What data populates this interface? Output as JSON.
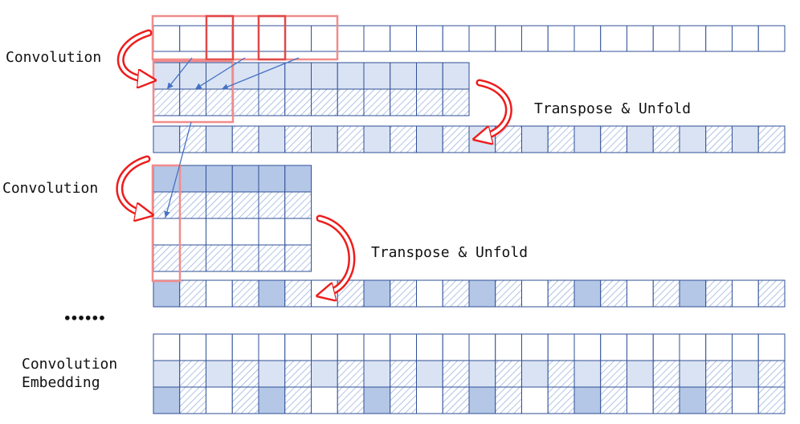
{
  "labels": {
    "convolution_1": "Convolution",
    "convolution_2": "Convolution",
    "transpose_1": "Transpose & Unfold",
    "transpose_2": "Transpose & Unfold",
    "ellipsis": "••••••",
    "embedding_line1": "Convolution",
    "embedding_line2": "Embedding"
  },
  "colors": {
    "cell_border": "#2f4f96",
    "fill_light": "#dae3f3",
    "fill_dark": "#b4c7e7",
    "hatch": "#8faadc",
    "highlight_box": "#f28b8b",
    "highlight_box_strong": "#e04848",
    "curved_arrow": "#ee1c1c",
    "connector": "#4472c4"
  },
  "icons": [
    "curved-arrow-icon",
    "connector-arrow-icon",
    "hatched-cell-pattern"
  ]
}
